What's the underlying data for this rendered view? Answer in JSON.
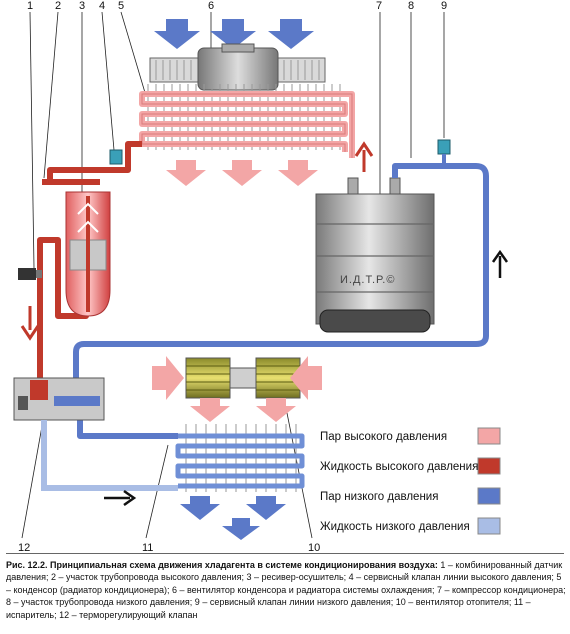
{
  "callouts": [
    "1",
    "2",
    "3",
    "4",
    "5",
    "6",
    "7",
    "8",
    "9",
    "10",
    "11",
    "12"
  ],
  "legend": [
    {
      "label": "Пар высокого давления",
      "color": "#f3a6a6"
    },
    {
      "label": "Жидкость высокого давления",
      "color": "#c0392b"
    },
    {
      "label": "Пар низкого давления",
      "color": "#5b79c8"
    },
    {
      "label": "Жидкость низкого давления",
      "color": "#a9bde5"
    }
  ],
  "compressor_brand": "И.Д.Т.Р.©",
  "colors": {
    "high_vapor": "#f3a6a6",
    "high_liquid": "#c0392b",
    "low_vapor": "#5b79c8",
    "low_liquid": "#a9bde5"
  },
  "caption": {
    "title": "Рис. 12.2. Принципиальная схема движения хладагента в системе кондиционирования воздуха:",
    "text": " 1 – комбинированный датчик давления; 2 – участок трубопровода высокого давления; 3 – ресивер-осушитель; 4 – сервисный клапан линии высокого давления; 5 – конденсор (радиатор кондиционера); 6 – вентилятор конденсора и радиатора системы охлаждения; 7 – компрессор кондиционера; 8 – участок трубопровода низкого давления; 9 – сервисный клапан линии низкого давления; 10 – вентилятор отопителя; 11 – испаритель; 12 – терморегулирующий клапан"
  }
}
